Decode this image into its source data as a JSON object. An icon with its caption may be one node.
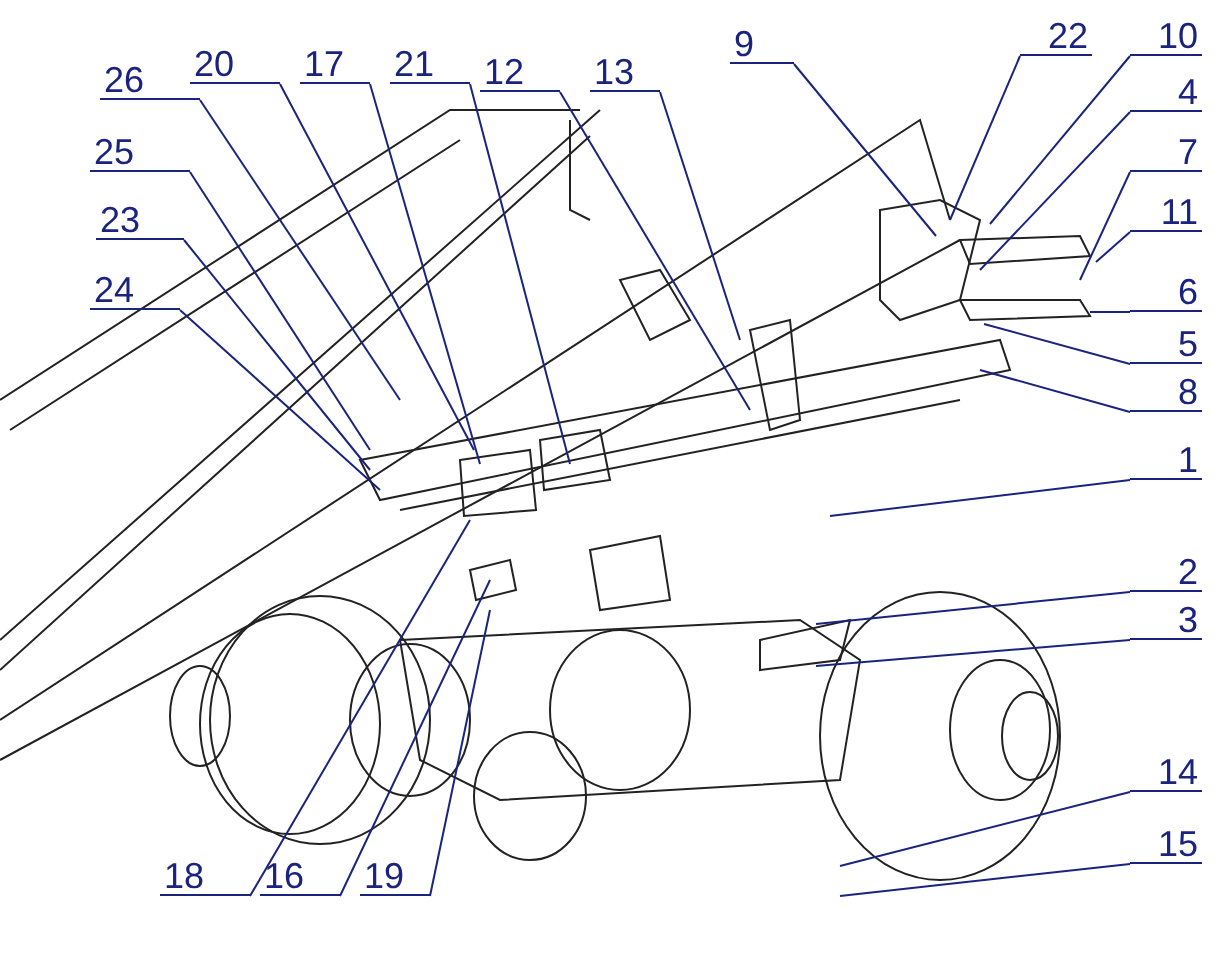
{
  "diagram": {
    "nodes": [
      {
        "text": [
          "9"
        ]
      },
      {
        "text": [
          "22"
        ]
      },
      {
        "text": [
          "10"
        ]
      },
      {
        "text": [
          "20"
        ]
      },
      {
        "text": [
          "17"
        ]
      },
      {
        "text": [
          "21"
        ]
      },
      {
        "text": [
          "12"
        ]
      },
      {
        "text": [
          "13"
        ]
      },
      {
        "text": [
          "26"
        ]
      },
      {
        "text": [
          "4"
        ]
      },
      {
        "text": [
          "25"
        ]
      },
      {
        "text": [
          "7"
        ]
      },
      {
        "text": [
          "11"
        ]
      },
      {
        "text": [
          "23"
        ]
      },
      {
        "text": [
          "24"
        ]
      },
      {
        "text": [
          "6"
        ]
      },
      {
        "text": [
          "5"
        ]
      },
      {
        "text": [
          "8"
        ]
      },
      {
        "text": [
          "1"
        ]
      },
      {
        "text": [
          "2"
        ]
      },
      {
        "text": [
          "3"
        ]
      },
      {
        "text": [
          "14"
        ]
      },
      {
        "text": [
          "15"
        ]
      },
      {
        "text": [
          "18"
        ]
      },
      {
        "text": [
          "16"
        ]
      },
      {
        "text": [
          "19"
        ]
      }
    ],
    "edges": [
      {
        "from": 0,
        "to": null,
        "arrow": "none"
      },
      {
        "from": 1,
        "to": null,
        "arrow": "none"
      },
      {
        "from": 2,
        "to": null,
        "arrow": "none"
      },
      {
        "from": 3,
        "to": null,
        "arrow": "none"
      },
      {
        "from": 4,
        "to": null,
        "arrow": "none"
      },
      {
        "from": 5,
        "to": null,
        "arrow": "none"
      },
      {
        "from": 6,
        "to": null,
        "arrow": "none"
      },
      {
        "from": 7,
        "to": null,
        "arrow": "none"
      },
      {
        "from": 8,
        "to": null,
        "arrow": "none"
      },
      {
        "from": 9,
        "to": null,
        "arrow": "none"
      },
      {
        "from": 10,
        "to": null,
        "arrow": "none"
      },
      {
        "from": 11,
        "to": null,
        "arrow": "none"
      },
      {
        "from": 12,
        "to": null,
        "arrow": "none"
      },
      {
        "from": 13,
        "to": null,
        "arrow": "none"
      },
      {
        "from": 14,
        "to": null,
        "arrow": "none"
      },
      {
        "from": 15,
        "to": null,
        "arrow": "none"
      },
      {
        "from": 16,
        "to": null,
        "arrow": "none"
      },
      {
        "from": 17,
        "to": null,
        "arrow": "none"
      },
      {
        "from": 18,
        "to": null,
        "arrow": "none"
      },
      {
        "from": 19,
        "to": null,
        "arrow": "none"
      },
      {
        "from": 20,
        "to": null,
        "arrow": "none"
      },
      {
        "from": 21,
        "to": null,
        "arrow": "none"
      },
      {
        "from": 22,
        "to": null,
        "arrow": "none"
      },
      {
        "from": 23,
        "to": null,
        "arrow": "none"
      },
      {
        "from": 24,
        "to": null,
        "arrow": "none"
      },
      {
        "from": 25,
        "to": null,
        "arrow": "none"
      }
    ]
  }
}
